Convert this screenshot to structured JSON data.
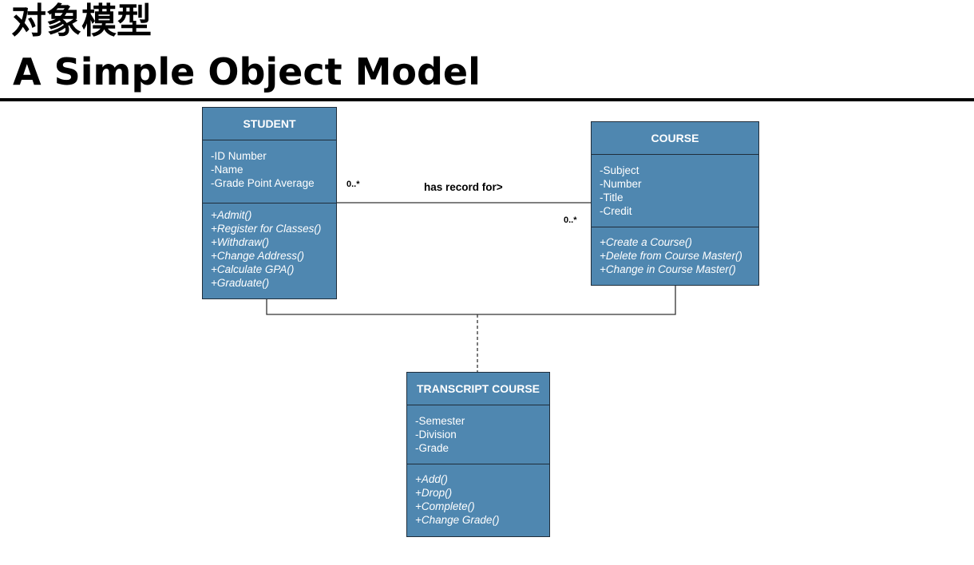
{
  "page": {
    "title_cn": "对象模型",
    "title_en": "A Simple Object Model"
  },
  "diagram": {
    "classes": {
      "student": {
        "name": "STUDENT",
        "attributes": [
          "-ID Number",
          "-Name",
          "-Grade Point Average"
        ],
        "operations": [
          "+Admit()",
          "+Register for Classes()",
          "+Withdraw()",
          "+Change Address()",
          "+Calculate GPA()",
          "+Graduate()"
        ]
      },
      "course": {
        "name": "COURSE",
        "attributes": [
          "-Subject",
          "-Number",
          "-Title",
          "-Credit"
        ],
        "operations": [
          "+Create a Course()",
          "+Delete from Course Master()",
          "+Change in Course Master()"
        ]
      },
      "transcript": {
        "name": "TRANSCRIPT COURSE",
        "attributes": [
          "-Semester",
          "-Division",
          "-Grade"
        ],
        "operations": [
          "+Add()",
          "+Drop()",
          "+Complete()",
          "+Change Grade()"
        ]
      }
    },
    "association": {
      "label": "has record for>",
      "multiplicity_student": "0..*",
      "multiplicity_course": "0..*"
    },
    "colors": {
      "class_fill": "#4f87b0",
      "class_border": "#1f2d3a",
      "class_text": "#ffffff"
    }
  }
}
